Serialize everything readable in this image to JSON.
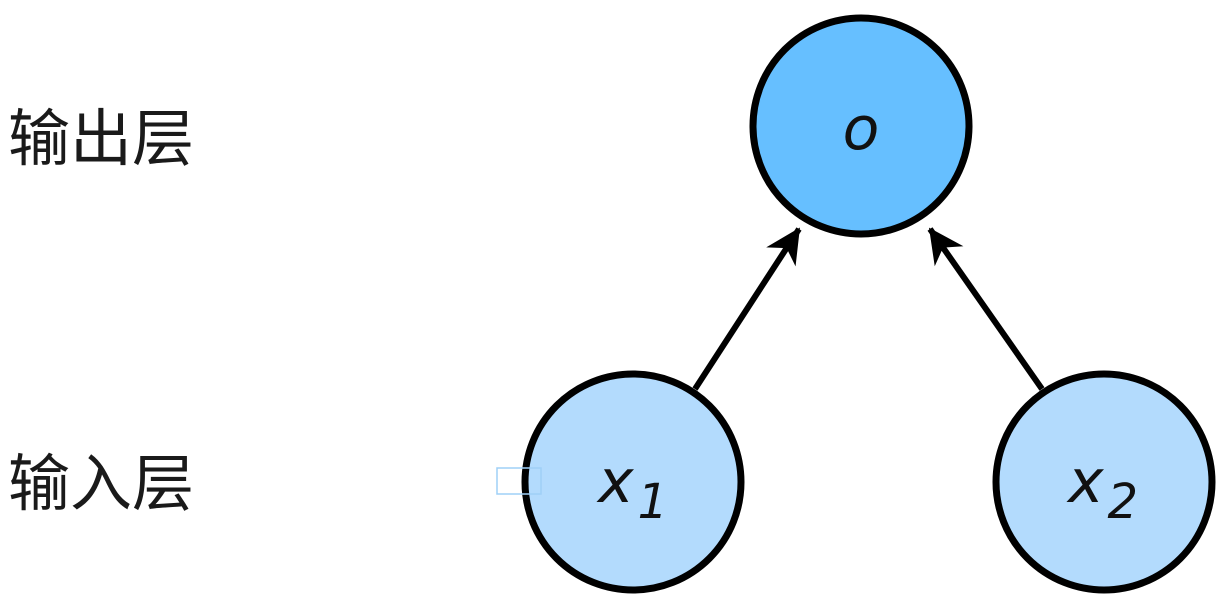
{
  "labels": {
    "output_layer": "输出层",
    "input_layer": "输入层"
  },
  "nodes": {
    "output": {
      "symbol": "o",
      "subscript": ""
    },
    "input_1": {
      "symbol": "x",
      "subscript": "1"
    },
    "input_2": {
      "symbol": "x",
      "subscript": "2"
    }
  },
  "colors": {
    "output_fill": "#66bfff",
    "input_fill": "#b3dbfd",
    "stroke": "#000000",
    "text": "#111111",
    "selection_box": "#9fd0f7"
  }
}
